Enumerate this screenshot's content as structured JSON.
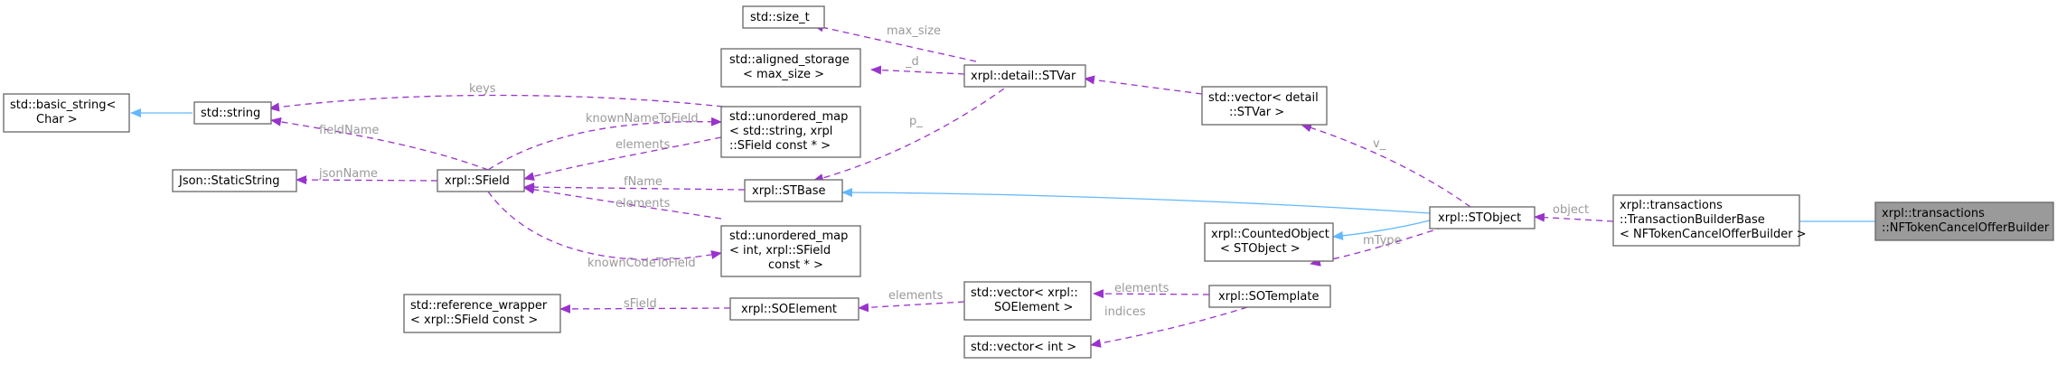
{
  "colors": {
    "usage_edge": "#9a32cd",
    "inheritance_edge": "#63b8ff",
    "focus_node_fill": "#9a9a9a",
    "node_border": "#666666",
    "edge_label": "#9a9a9a"
  },
  "nodes": {
    "n0": [
      "xrpl::transactions",
      "::NFTokenCancelOfferBuilder"
    ],
    "n1": [
      "xrpl::transactions",
      "::TransactionBuilderBase",
      "< NFTokenCancelOfferBuilder >"
    ],
    "n2": [
      "xrpl::STObject"
    ],
    "n3": [
      "xrpl::STBase"
    ],
    "n4": [
      "xrpl::SField"
    ],
    "n5": [
      "std::unordered_map",
      "< std::string, xrpl",
      "::SField const * >"
    ],
    "n6": [
      "std::string"
    ],
    "n7": [
      "std::basic_string<",
      "Char >"
    ],
    "n8": [
      "Json::StaticString"
    ],
    "n9": [
      "std::unordered_map",
      "< int, xrpl::SField",
      "const * >"
    ],
    "n10": [
      "std::vector< detail",
      "::STVar >"
    ],
    "n11": [
      "xrpl::detail::STVar"
    ],
    "n12": [
      "std::size_t"
    ],
    "n13": [
      "std::aligned_storage",
      "< max_size >"
    ],
    "n14": [
      "xrpl::CountedObject",
      "< STObject >"
    ],
    "n15": [
      "xrpl::SOTemplate"
    ],
    "n16": [
      "std::vector< xrpl::",
      "SOElement >"
    ],
    "n17": [
      "xrpl::SOElement"
    ],
    "n18": [
      "std::reference_wrapper",
      "< xrpl::SField const >"
    ],
    "n19": [
      "std::vector< int >"
    ]
  },
  "edge_labels": {
    "object": "object",
    "v": "v_",
    "p": "p_",
    "fName": "fName",
    "keys": "keys",
    "jsonName": "jsonName",
    "fieldName": "fieldName",
    "knownNameToField": "knownNameToField",
    "elements_map1": "elements",
    "elements_map2": "elements",
    "knownCodeToField": "knownCodeToField",
    "elements_vec": "elements",
    "max_size": "max_size",
    "d": "_d",
    "mType": "mType",
    "elements_sotpl": "elements",
    "sField": "sField",
    "indices": "indices"
  }
}
